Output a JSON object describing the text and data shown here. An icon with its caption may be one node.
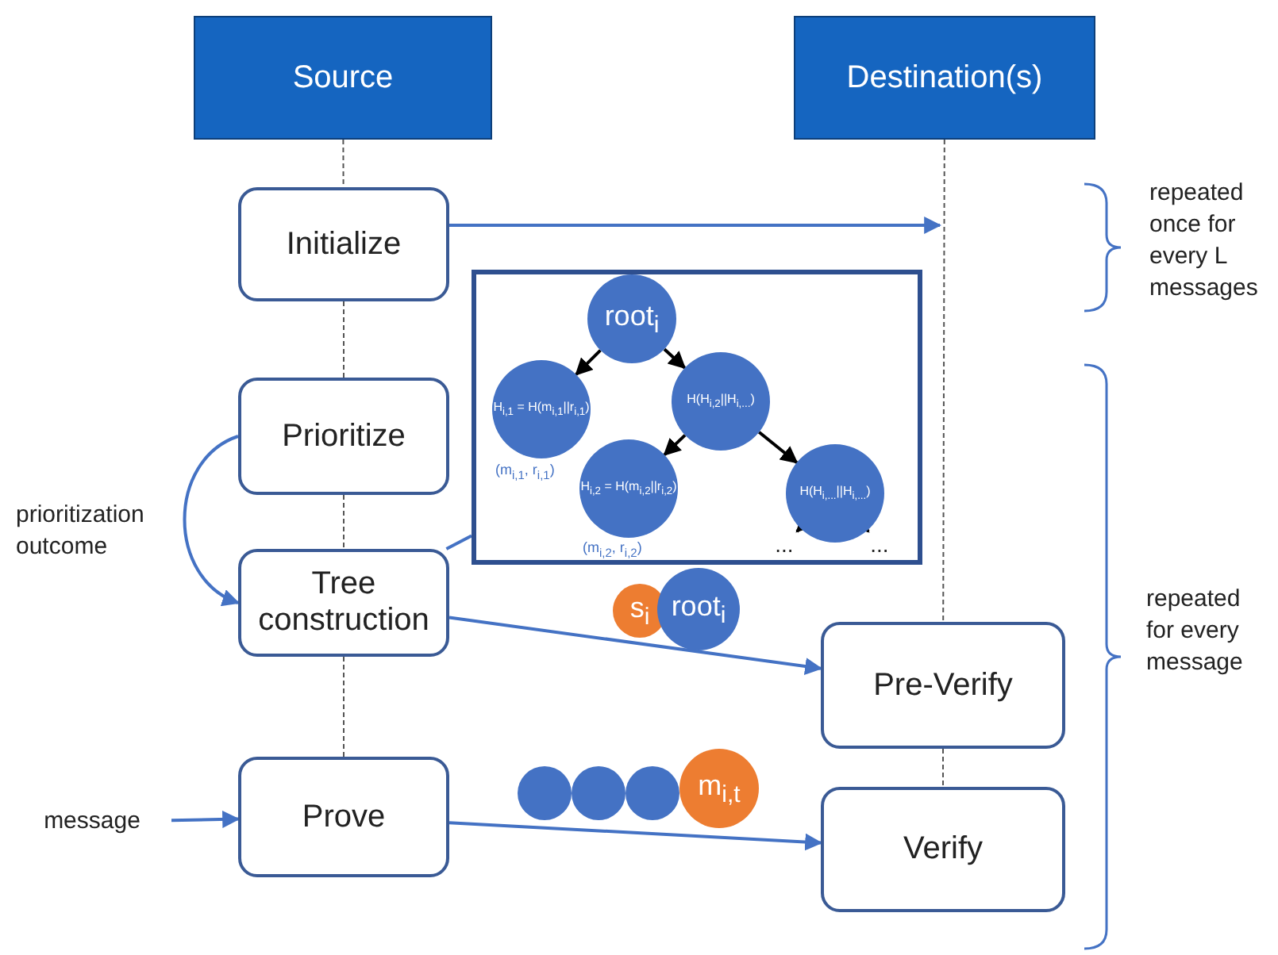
{
  "diagram": {
    "nodes": [
      {
        "text": [
          "Source"
        ]
      },
      {
        "text": [
          "Destination(s)"
        ]
      },
      {
        "text": [
          "Initialize"
        ]
      },
      {
        "text": [
          "Prioritize"
        ]
      },
      {
        "text": [
          "Tree construction"
        ]
      },
      {
        "text": [
          "Prove"
        ]
      },
      {
        "text": [
          "Pre-Verify"
        ]
      },
      {
        "text": [
          "Verify"
        ]
      },
      {
        "text": [],
        "shape": "box"
      },
      {
        "text": [
          "root$_{i}$"
        ],
        "in": 8
      },
      {
        "text": [
          "H$_{i,1}$ = H(m$_{i,1}$||r$_{i,1}$)"
        ],
        "beside": [
          "(m$_{i,1}$, r$_{i,1}$)"
        ],
        "in": 8
      },
      {
        "text": [
          "H(H$_{i,2}$||H$_{i,...}$)"
        ],
        "in": 8
      },
      {
        "text": [
          "H$_{i,2}$ = H(m$_{i,2}$||r$_{i,2}$)"
        ],
        "beside": [
          "(m$_{i,2}$, r$_{i,2}$)"
        ],
        "in": 8
      },
      {
        "text": [
          "H(H$_{i,...}$||H$_{i,...}$)"
        ],
        "in": 8
      },
      {
        "text": [
          "..."
        ],
        "in": 8
      },
      {
        "text": [
          "..."
        ],
        "in": 8
      },
      {
        "text": [
          "s$_{i}$"
        ]
      },
      {
        "text": [
          "root$_{i}$"
        ]
      },
      {
        "text": [
          "message"
        ]
      },
      {
        "text": [],
        "shape": "circle"
      },
      {
        "text": [],
        "shape": "circle"
      },
      {
        "text": [],
        "shape": "circle"
      },
      {
        "text": [
          "m$_{i,t}$"
        ]
      }
    ],
    "edges": [
      {
        "from": 0,
        "to": 2,
        "arrow": "none",
        "style": "dashed"
      },
      {
        "from": 2,
        "to": 3,
        "arrow": "none",
        "style": "dashed"
      },
      {
        "from": 3,
        "to": 4,
        "arrow": "none",
        "style": "dashed"
      },
      {
        "from": 4,
        "to": 5,
        "arrow": "none",
        "style": "dashed"
      },
      {
        "from": 1,
        "to": 6,
        "arrow": "none",
        "style": "dashed"
      },
      {
        "from": 6,
        "to": 7,
        "arrow": "none",
        "style": "dashed"
      },
      {
        "from": 2,
        "to": null,
        "arrow": "to",
        "color": "#4472c4"
      },
      {
        "from": 3,
        "to": 4,
        "arrow": "to",
        "label": "prioritization outcome",
        "color": "#4472c4"
      },
      {
        "from": 4,
        "to": 8,
        "arrow": "none",
        "color": "#4472c4"
      },
      {
        "from": 4,
        "to": 6,
        "arrow": "to",
        "color": "#4472c4"
      },
      {
        "from": 18,
        "to": 5,
        "arrow": "to",
        "color": "#4472c4"
      },
      {
        "from": 5,
        "to": 7,
        "arrow": "to",
        "color": "#4472c4"
      },
      {
        "from": 9,
        "to": 10,
        "arrow": "to",
        "color": "#000000"
      },
      {
        "from": 9,
        "to": 11,
        "arrow": "to",
        "color": "#000000"
      },
      {
        "from": 11,
        "to": 12,
        "arrow": "to",
        "color": "#000000"
      },
      {
        "from": 11,
        "to": 13,
        "arrow": "to",
        "color": "#000000"
      },
      {
        "from": 13,
        "to": 14,
        "arrow": "to",
        "color": "#000000"
      },
      {
        "from": 13,
        "to": 15,
        "arrow": "to",
        "color": "#000000"
      }
    ],
    "labels": [
      "repeated once for every L messages",
      "repeated for every message"
    ]
  }
}
